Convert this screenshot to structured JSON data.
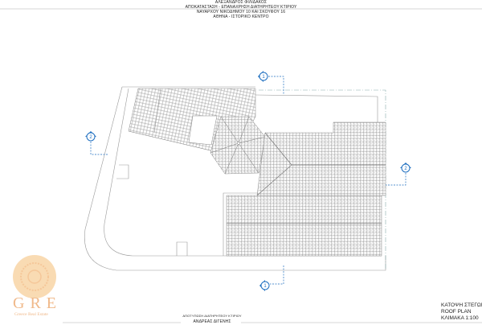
{
  "header": {
    "line1": "ΑΛΕΞΑΝΔΡΟΣ ΦΙΛΙΔΑΚΟΣ",
    "line2": "ΑΠΟΚΑΤΑΣΤΑΣΗ - ΕΠΑΝΑΧΡΗΣΗ ΔΙΑΤΗΡΗΤΕΟΥ ΚΤΙΡΙΟΥ",
    "line3": "ΝΑΥΑΡΧΟΥ ΝΙΚΟΔΗΜΟΥ 10 ΚΑΙ ΣΚΟΥΦΟΥ 16",
    "line4": "ΑΘΗΝΑ - ΙΣΤΟΡΙΚΟ ΚΕΝΤΡΟ"
  },
  "footer": {
    "survey_label": "ΑΠΟΤΥΠΩΣΗ ΔΙΑΤΗΡΗΤΕΟΥ ΚΤΙΡΙΟΥ",
    "surveyor": "ΑΝΔΡΕΑΣ ΔΙΓΕΝΗΣ"
  },
  "title_block": {
    "title_gr": "ΚΑΤΟΨΗ ΣΤΕΓΩΝ",
    "title_en": "ROOF PLAN",
    "scale": "ΚΛΙΜΑΚΑ 1:100"
  },
  "section_markers": [
    {
      "label": "1"
    },
    {
      "label": "1"
    },
    {
      "label": "2"
    },
    {
      "label": "2"
    }
  ],
  "logo": {
    "text": "GRE",
    "subtitle": "Greece Real Estate"
  },
  "colors": {
    "marker": "#1f6fc0",
    "line": "#888888",
    "tile": "#999999",
    "logo": "#f6c48e"
  }
}
